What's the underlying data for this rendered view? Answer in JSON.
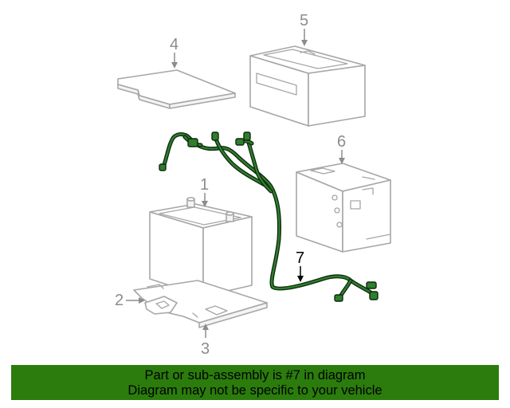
{
  "callouts": [
    {
      "id": "1",
      "label": "1"
    },
    {
      "id": "2",
      "label": "2"
    },
    {
      "id": "3",
      "label": "3"
    },
    {
      "id": "4",
      "label": "4"
    },
    {
      "id": "5",
      "label": "5"
    },
    {
      "id": "6",
      "label": "6"
    },
    {
      "id": "7",
      "label": "7"
    }
  ],
  "highlight_part": "7",
  "colors": {
    "harness": "#2f7d2f",
    "part_outline": "#a6a6a6",
    "banner": "#2b7c0d"
  },
  "banner": {
    "line1": "Part or sub-assembly is #7 in diagram",
    "line2": "Diagram may not be specific to your vehicle"
  }
}
